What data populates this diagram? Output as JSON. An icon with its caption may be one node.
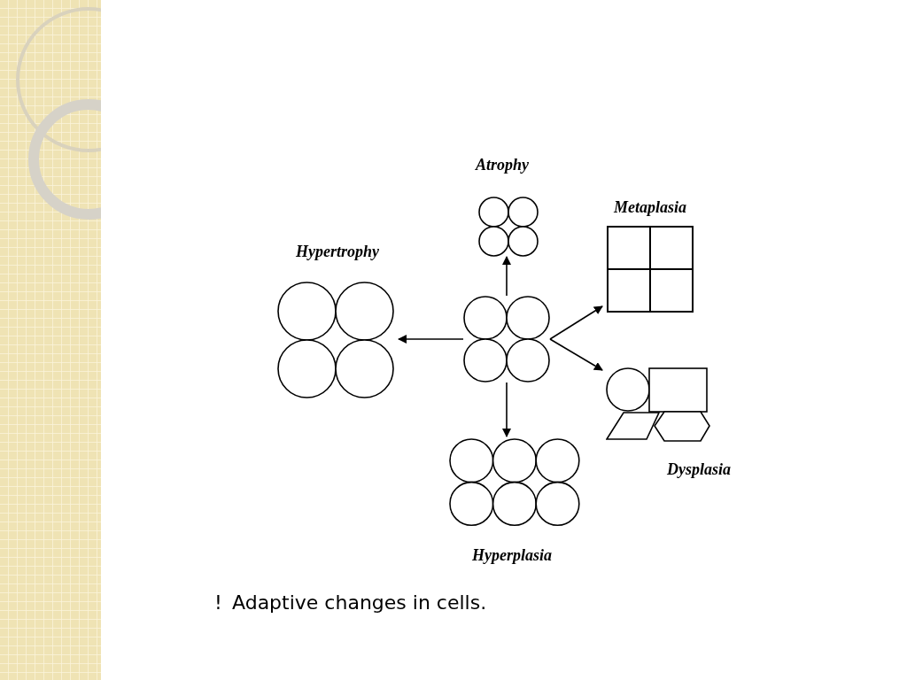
{
  "diagram": {
    "caption": "Adaptive changes in cells.",
    "nodes": [
      {
        "text": [
          "Atrophy"
        ]
      },
      {
        "text": [
          "Metaplasia"
        ]
      },
      {
        "text": [
          "Hypertrophy"
        ]
      },
      {
        "text": [],
        "shape": "picture"
      },
      {
        "text": [
          "Dysplasia"
        ]
      },
      {
        "text": [
          "Hyperplasia"
        ]
      }
    ],
    "edges": [
      {
        "from": 3,
        "to": 0,
        "arrow": "to"
      },
      {
        "from": 3,
        "to": 1,
        "arrow": "to"
      },
      {
        "from": 3,
        "to": 2,
        "arrow": "to"
      },
      {
        "from": 3,
        "to": 4,
        "arrow": "to"
      },
      {
        "from": 3,
        "to": 5,
        "arrow": "to"
      }
    ],
    "labels": [
      "!"
    ]
  }
}
